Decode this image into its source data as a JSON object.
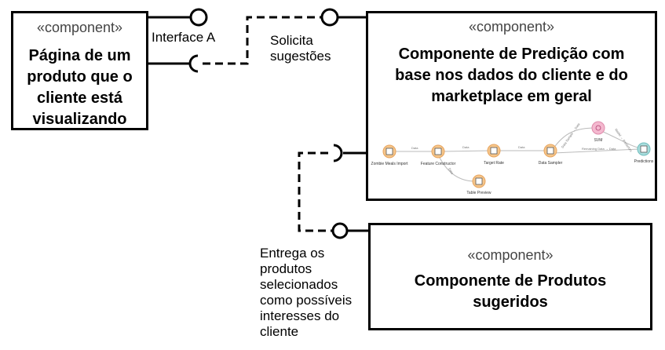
{
  "components": {
    "product_page": {
      "stereotype": "«component»",
      "title_lines": [
        "Página de um",
        "produto que o",
        "cliente está",
        "visualizando"
      ]
    },
    "prediction": {
      "stereotype": "«component»",
      "title_lines": [
        "Componente de Predição com",
        "base nos dados do cliente e do",
        "marketplace em geral"
      ]
    },
    "suggested_products": {
      "stereotype": "«component»",
      "title_lines": [
        "Componente de Produtos",
        "sugeridos"
      ]
    }
  },
  "interfaces": {
    "interface_a": "Interface A",
    "request_suggestions": [
      "Solicita",
      "sugestões"
    ],
    "deliver_products": [
      "Entrega os",
      "produtos",
      "selecionados",
      "como possíveis",
      "interesses do",
      "cliente"
    ]
  },
  "workflow": {
    "nodes": {
      "zombie_meals_import": "Zombie Meals Import",
      "feature_constructor": "Feature Constructor",
      "target_rate": "Target Rate",
      "data_sampler": "Data Sampler",
      "svm": "SVM",
      "predictions": "Predictions",
      "table_preview": "Table Preview"
    },
    "edges": {
      "e1": "Data",
      "e2": "Data",
      "e3": "Data",
      "e4": "Data",
      "e5": "Data Sample → Data",
      "e6": "Model → Predictors",
      "e7": "Remaining Data → Data"
    },
    "colors": {
      "node_orange": "#f6c68b",
      "node_pink": "#f4b8cf",
      "node_teal": "#a9dede"
    }
  }
}
